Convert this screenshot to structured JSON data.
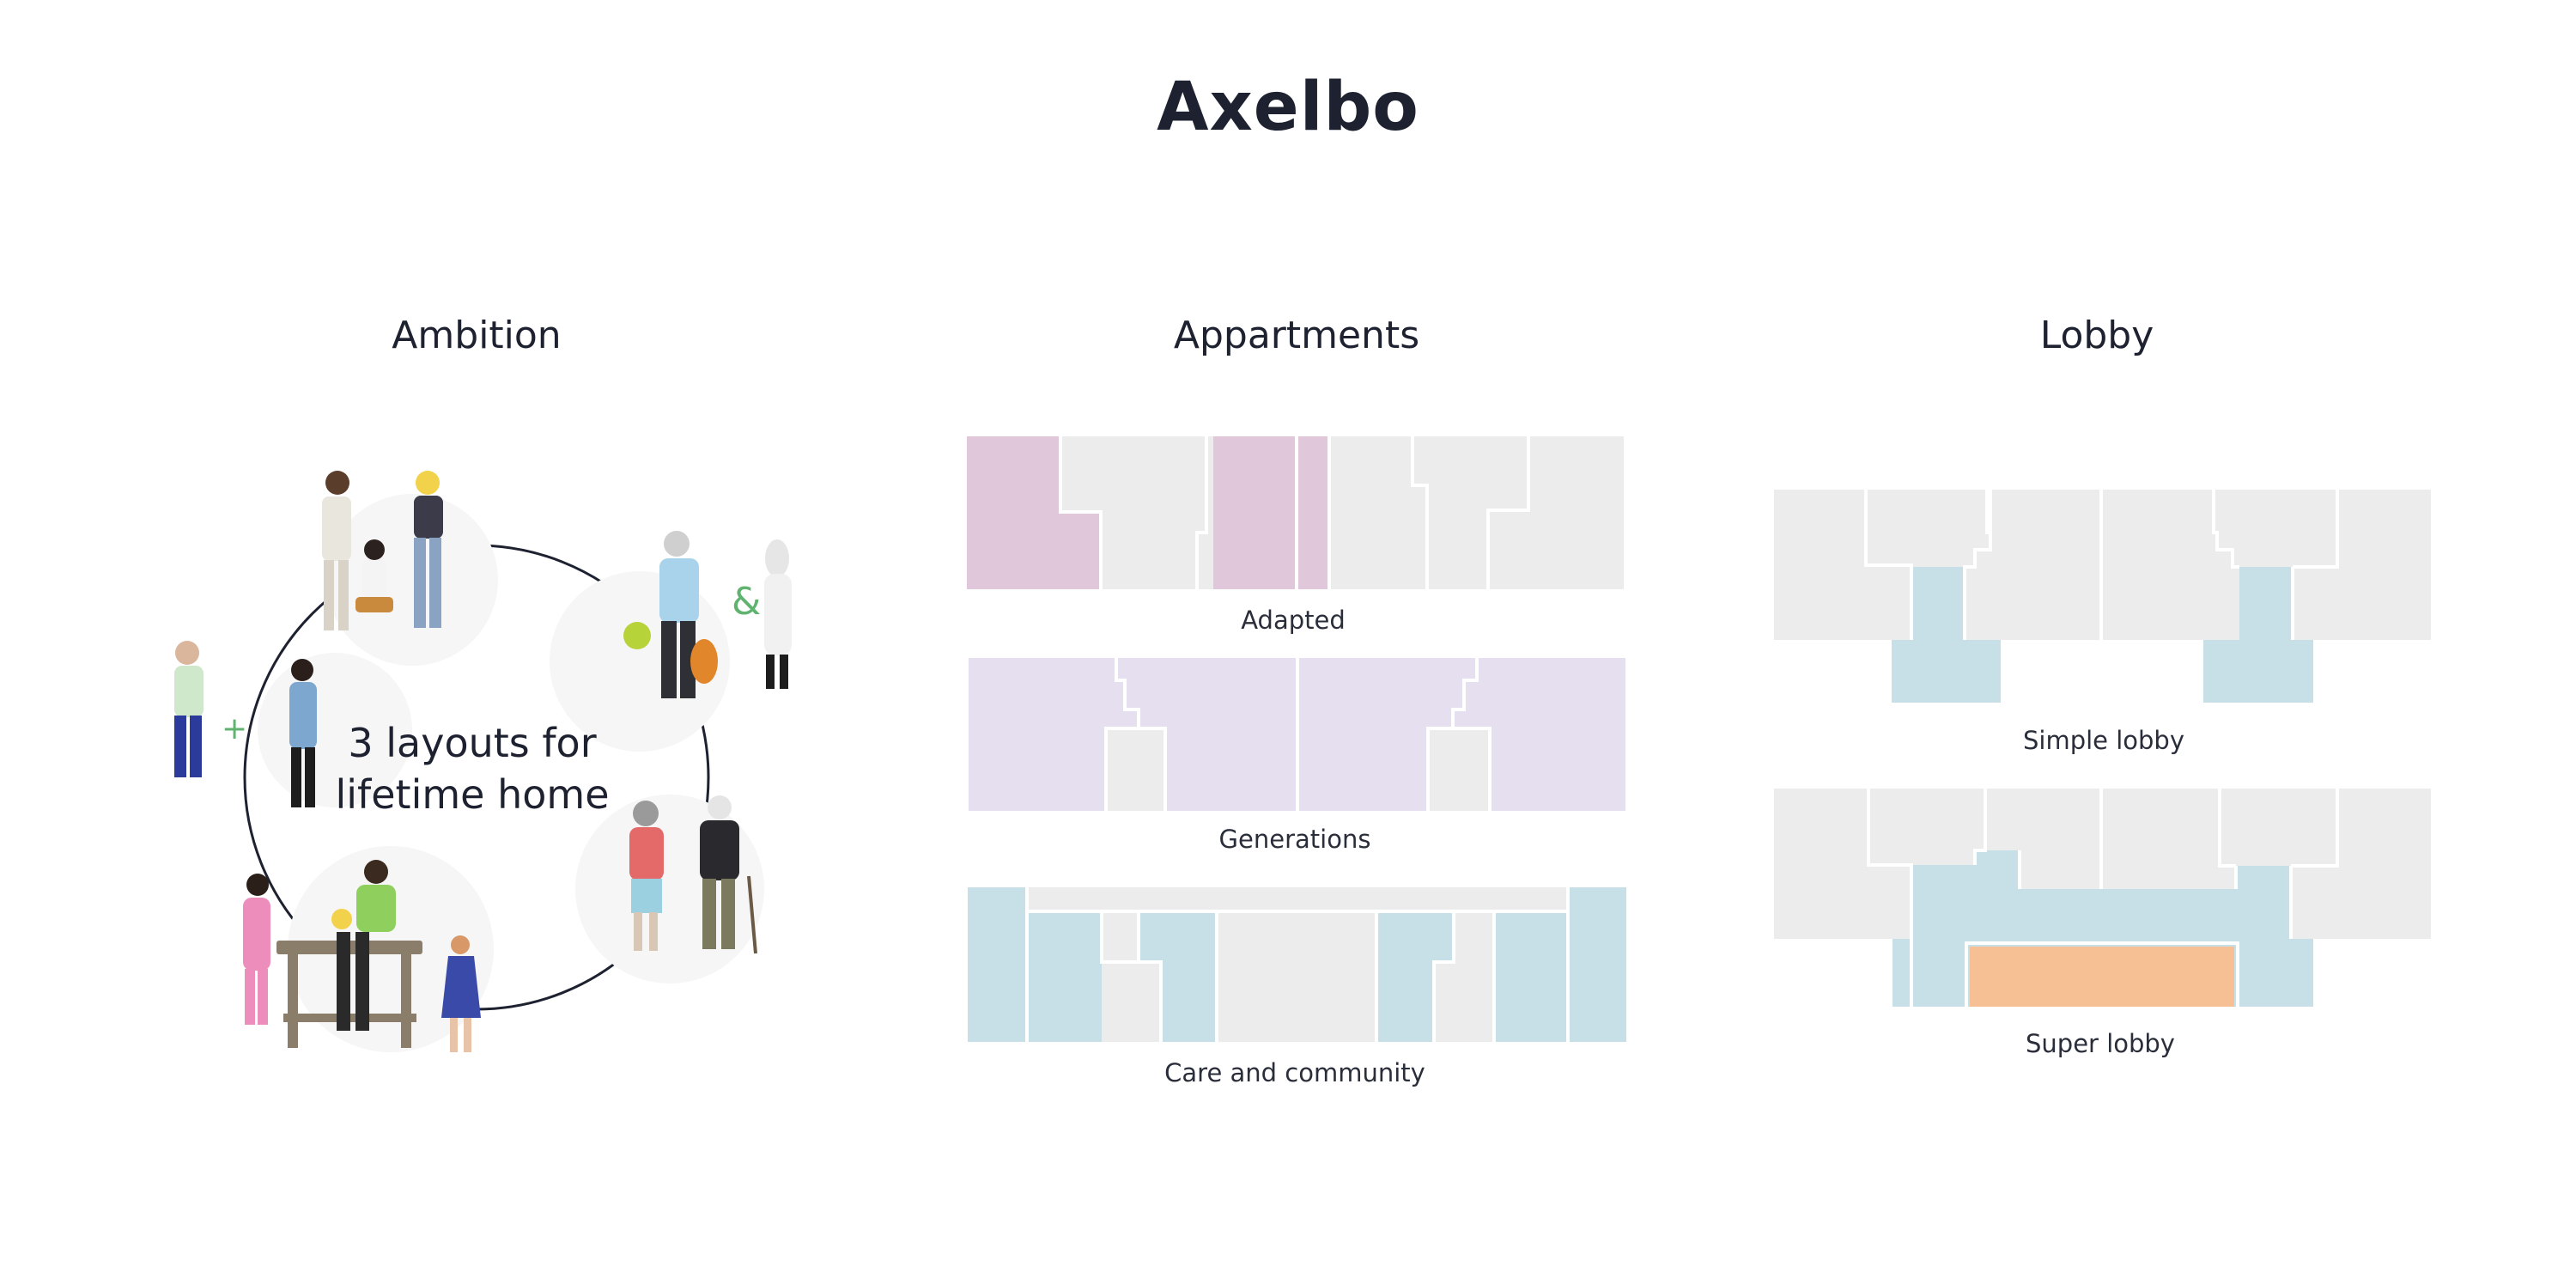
{
  "title": "Axelbo",
  "columns": {
    "ambition": {
      "heading": "Ambition",
      "center_line1": "3 layouts for",
      "center_line2": "lifetime home",
      "plus_symbol": "+",
      "and_symbol": "&"
    },
    "appartments": {
      "heading": "Appartments",
      "plans": [
        {
          "caption": "Adapted",
          "color": "#e0c8da"
        },
        {
          "caption": "Generations",
          "color": "#e6dff0"
        },
        {
          "caption": "Care and community",
          "color": "#c7e0e7"
        }
      ]
    },
    "lobby": {
      "heading": "Lobby",
      "plans": [
        {
          "caption": "Simple lobby",
          "color": "#c7e0e7"
        },
        {
          "caption": "Super lobby",
          "color": "#c7e0e7",
          "accent": "#f7c094"
        }
      ]
    }
  },
  "colors": {
    "grey_unit": "#ececec",
    "text": "#1d2130"
  }
}
